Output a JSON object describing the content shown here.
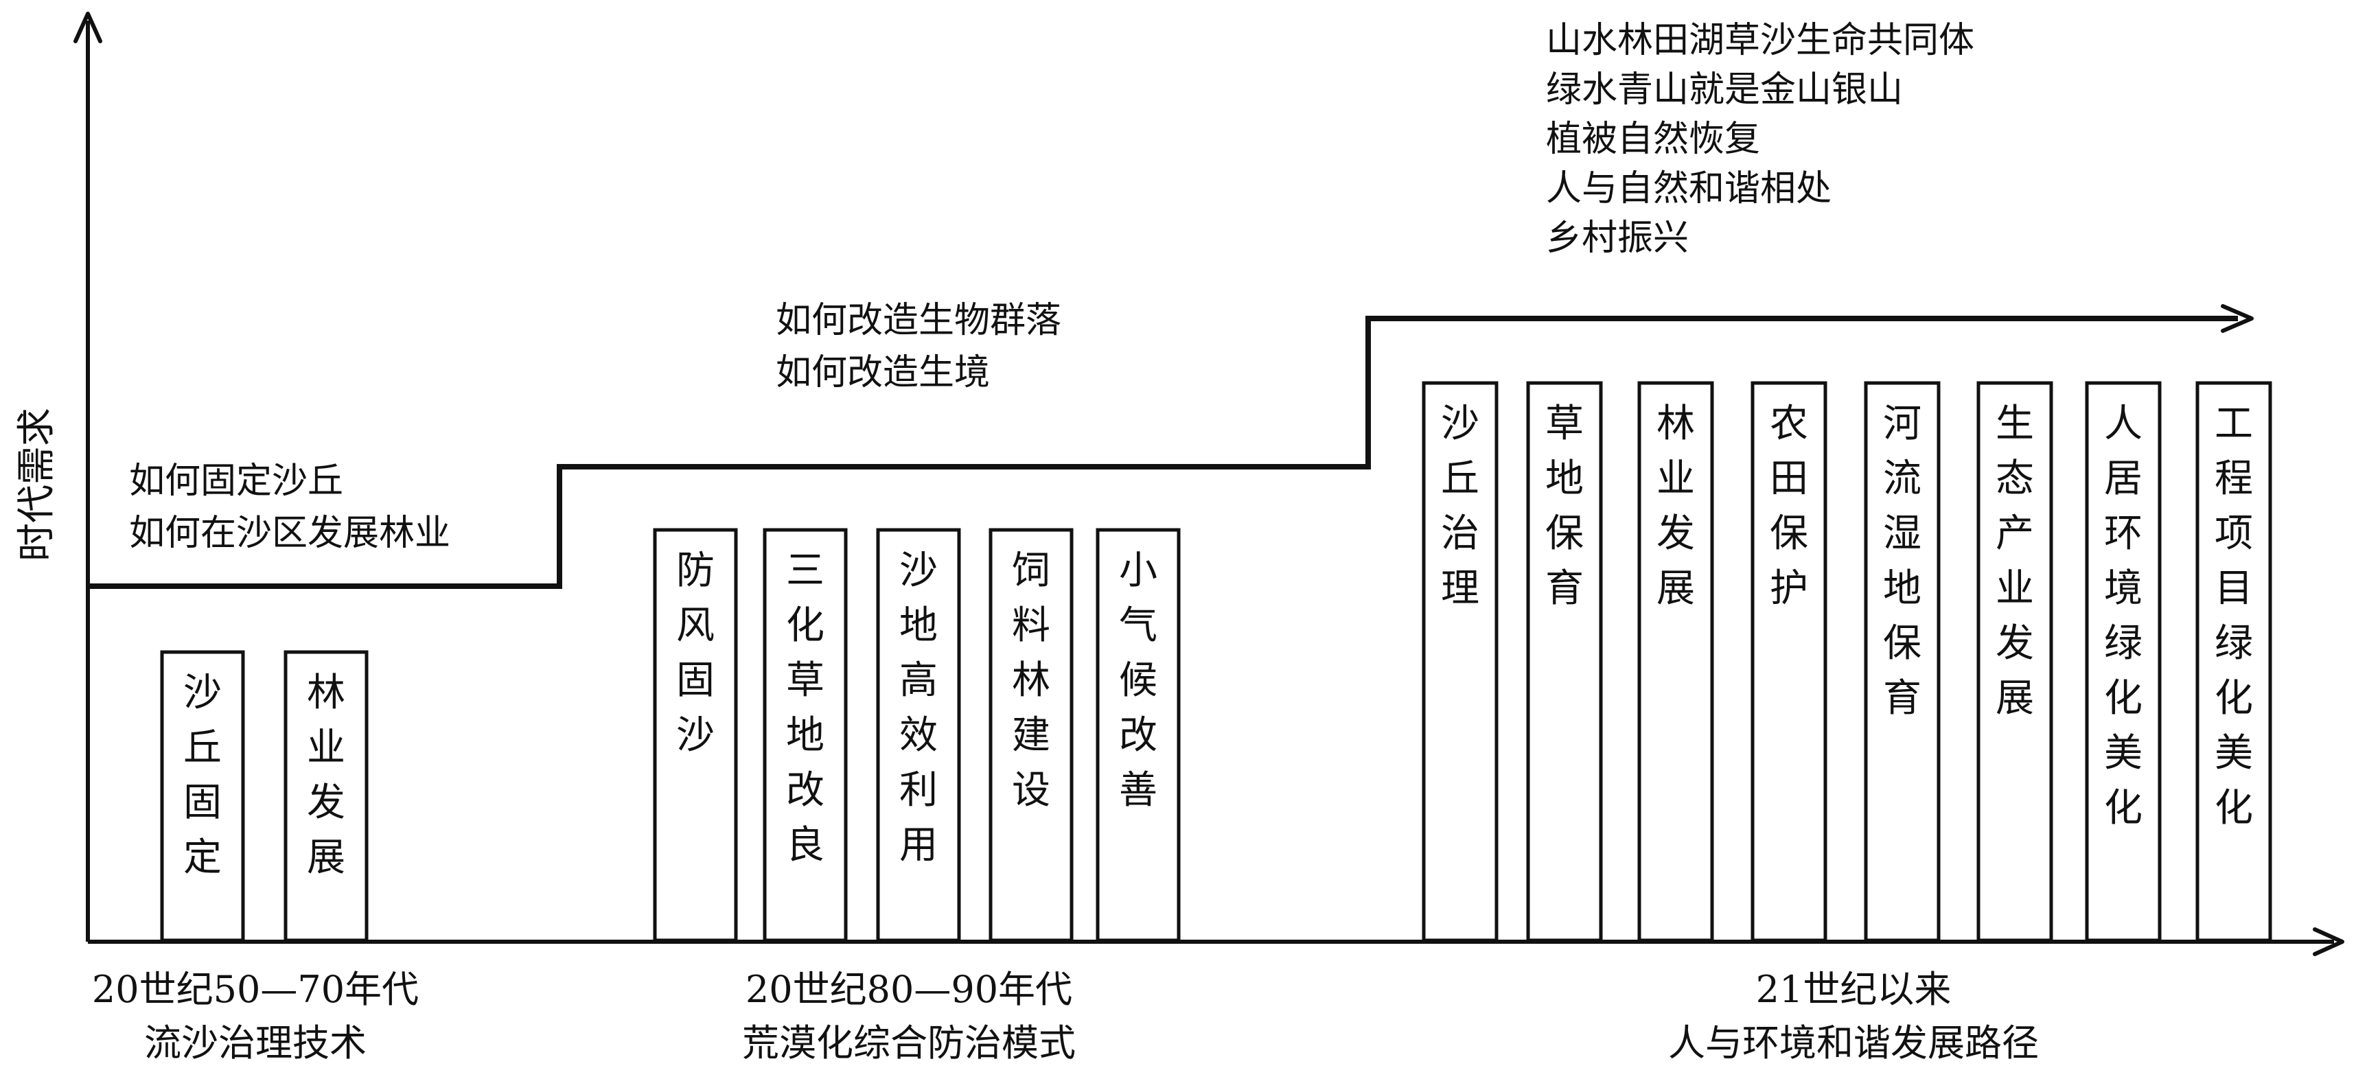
{
  "y_axis": {
    "label": "时代需求"
  },
  "tiers": [
    {
      "demands": [
        "如何固定沙丘",
        "如何在沙区发展林业"
      ]
    },
    {
      "demands": [
        "如何改造生物群落",
        "如何改造生境"
      ]
    },
    {
      "demands": [
        "山水林田湖草沙生命共同体",
        "绿水青山就是金山银山",
        "植被自然恢复",
        "人与自然和谐相处",
        "乡村振兴"
      ]
    }
  ],
  "periods": [
    {
      "period": "20世纪50—70年代",
      "theme": "流沙治理技术",
      "boxes": [
        "沙丘固定",
        "林业发展"
      ]
    },
    {
      "period": "20世纪80—90年代",
      "theme": "荒漠化综合防治模式",
      "boxes": [
        "防风固沙",
        "三化草地改良",
        "沙地高效利用",
        "饲料林建设",
        "小气候改善"
      ]
    },
    {
      "period": "21世纪以来",
      "theme": "人与环境和谐发展路径",
      "boxes": [
        "沙丘治理",
        "草地保育",
        "林业发展",
        "农田保护",
        "河流湿地保育",
        "生态产业发展",
        "人居环境绿化美化",
        "工程项目绿化美化"
      ]
    }
  ]
}
